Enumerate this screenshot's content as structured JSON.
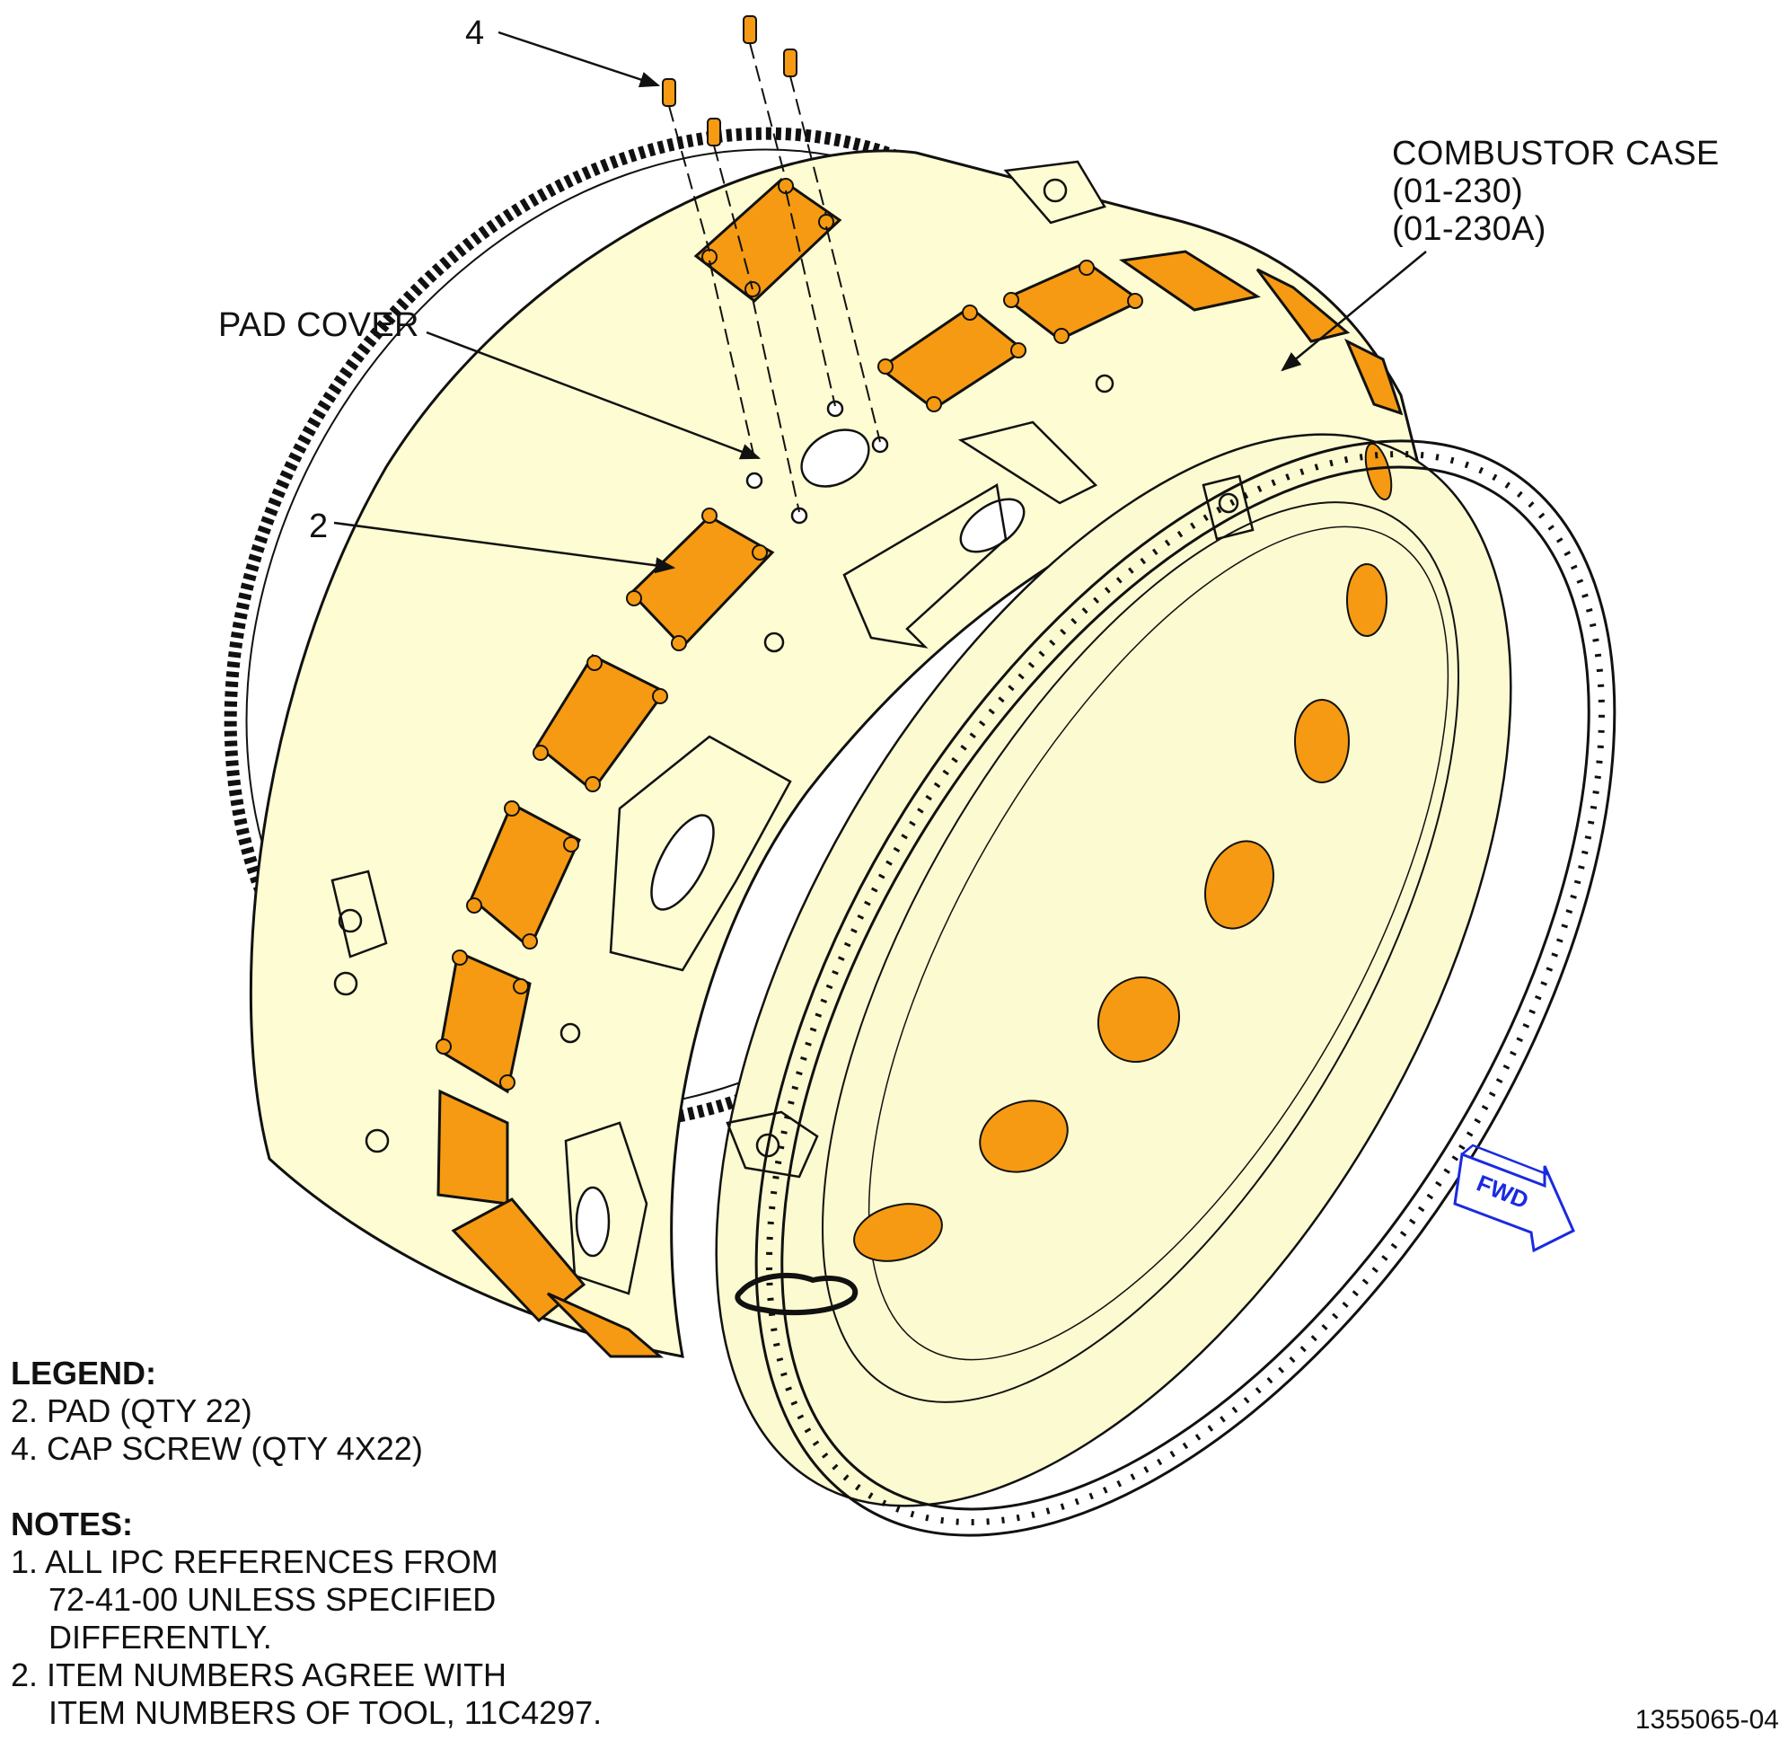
{
  "callouts": {
    "item_4": "4",
    "combustor_case": [
      "COMBUSTOR CASE",
      "(01-230)",
      "(01-230A)"
    ],
    "pad_cover": "PAD COVER",
    "item_2": "2"
  },
  "fwd_label": "FWD",
  "legend": {
    "title": "LEGEND:",
    "items": [
      "2. PAD (QTY 22)",
      "4. CAP SCREW (QTY 4X22)"
    ]
  },
  "notes": {
    "title": "NOTES:",
    "items": [
      "1. ALL IPC REFERENCES FROM",
      "72-41-00 UNLESS SPECIFIED",
      "DIFFERENTLY.",
      "2. ITEM NUMBERS AGREE WITH",
      "ITEM NUMBERS OF TOOL, 11C4297."
    ]
  },
  "figure_id": "1355065-04",
  "colors": {
    "case_fill": "#fdfcd2",
    "pad_fill": "#f59a12",
    "outline": "#111111",
    "fwd_arrow": "#1a2ae0"
  }
}
